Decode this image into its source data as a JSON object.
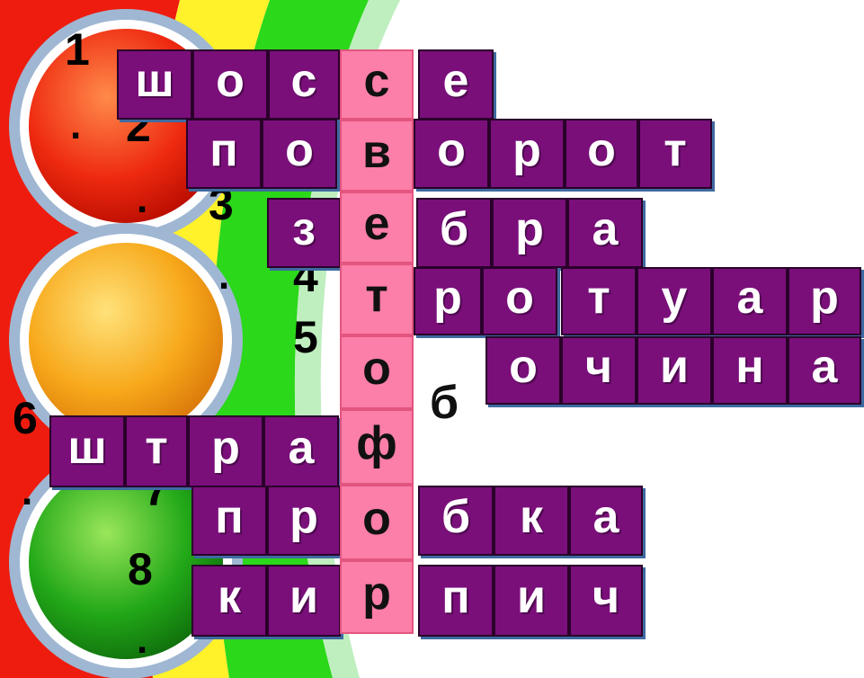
{
  "colors": {
    "cell": "#7a0f7a",
    "key_column": "#fb7fa8",
    "letter": "#ffffff"
  },
  "traffic_light": [
    "red",
    "yellow",
    "green"
  ],
  "rows": [
    {
      "number": "1",
      "dot": ".",
      "letters": [
        "ш",
        "о",
        "с",
        "с",
        "е"
      ]
    },
    {
      "number": "2",
      "dot": ".",
      "letters": [
        "п",
        "о",
        "в",
        "о",
        "р",
        "о",
        "т"
      ]
    },
    {
      "number": "3",
      "dot": ".",
      "letters": [
        "з",
        "е",
        "б",
        "р",
        "а"
      ]
    },
    {
      "number": "4",
      "dot": "",
      "letters": [
        "т",
        "р",
        "о",
        "т",
        "у",
        "а",
        "р"
      ]
    },
    {
      "number": "5",
      "dot": "",
      "letters": [
        "о",
        "б",
        "о",
        "ч",
        "и",
        "н",
        "а"
      ]
    },
    {
      "number": "6",
      "dot": ".",
      "letters": [
        "ш",
        "т",
        "р",
        "а",
        "ф"
      ]
    },
    {
      "number": "7",
      "dot": "",
      "letters": [
        "п",
        "р",
        "о",
        "б",
        "к",
        "а"
      ]
    },
    {
      "number": "8",
      "dot": ".",
      "letters": [
        "к",
        "и",
        "р",
        "п",
        "и",
        "ч"
      ]
    }
  ]
}
